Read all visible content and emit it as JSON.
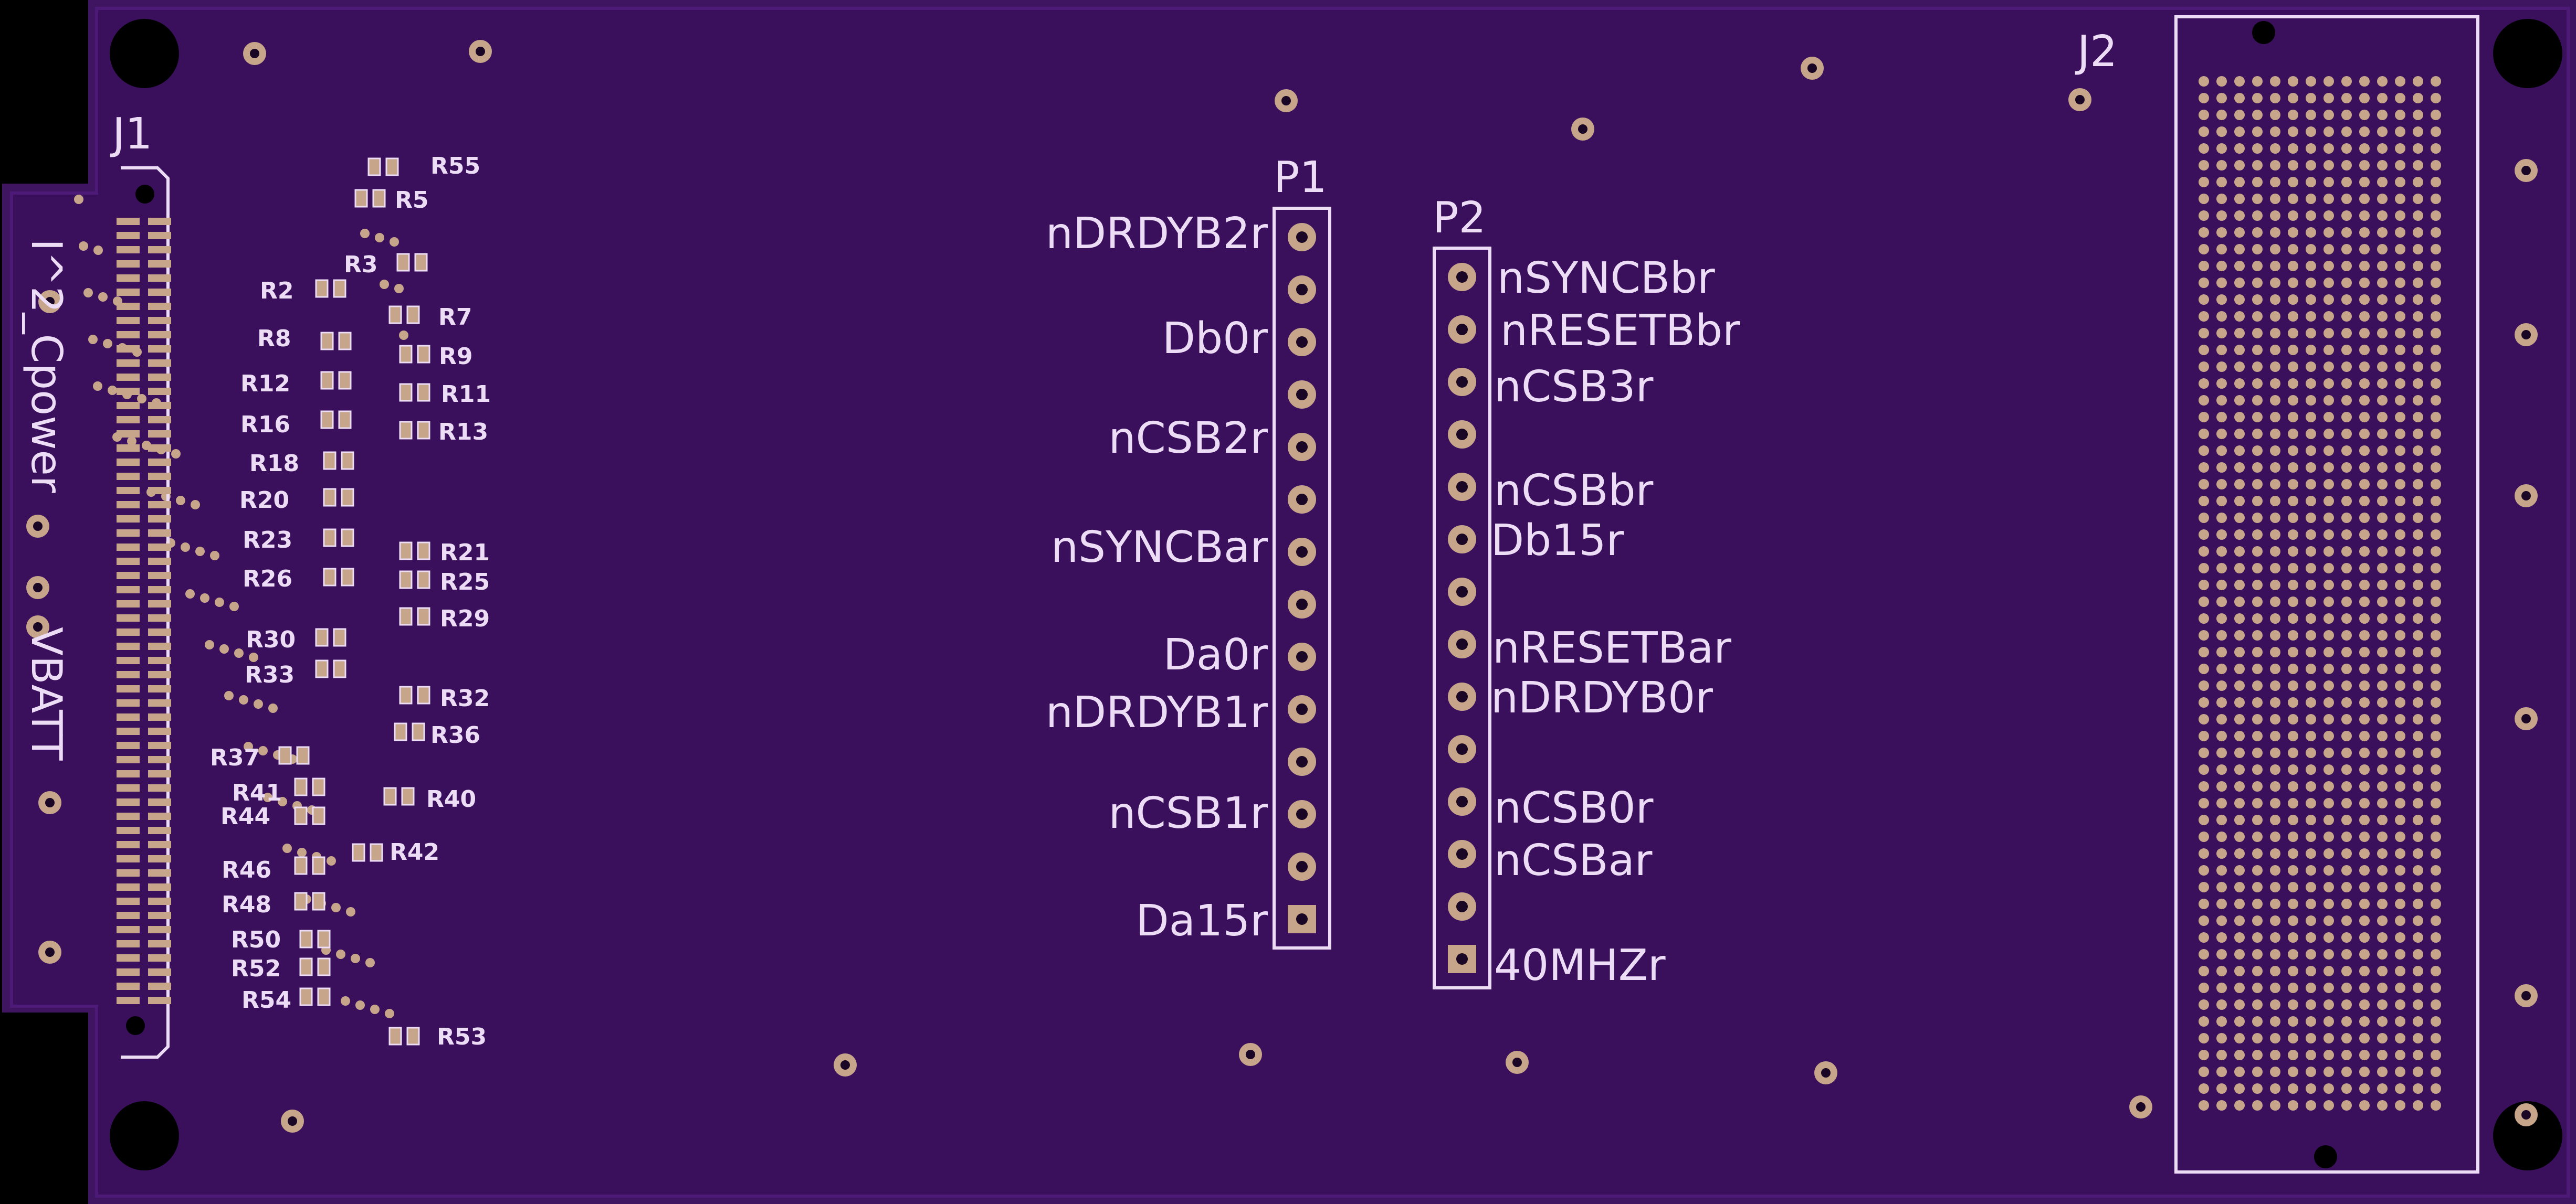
{
  "colors": {
    "substrate": "#3f1562",
    "copper": "#3a105c",
    "silkscreen": "#ecdcf5",
    "pad": "#c6a58a",
    "drill": "#1a0726",
    "mounting_hole": "#000000"
  },
  "connectors": {
    "j1": {
      "ref": "J1"
    },
    "j2": {
      "ref": "J2"
    },
    "p1": {
      "ref": "P1",
      "pin_labels": [
        "nDRDYB2r",
        "Db0r",
        "nCSB2r",
        "nSYNCBar",
        "Da0r",
        "nDRDYB1r",
        "nCSB1r",
        "Da15r"
      ]
    },
    "p2": {
      "ref": "P2",
      "pin_labels": [
        "nSYNCBbr",
        "nRESETBbr",
        "nCSB3r",
        "nCSBbr",
        "Db15r",
        "nRESETBar",
        "nDRDYB0r",
        "nCSB0r",
        "nCSBar",
        "40MHZr"
      ]
    }
  },
  "edge_labels": {
    "i2c_power": "I^2_Cpower",
    "vbatt": "VBATT"
  },
  "resistors": [
    {
      "ref": "R55"
    },
    {
      "ref": "R5"
    },
    {
      "ref": "R3"
    },
    {
      "ref": "R2"
    },
    {
      "ref": "R7"
    },
    {
      "ref": "R8"
    },
    {
      "ref": "R9"
    },
    {
      "ref": "R12"
    },
    {
      "ref": "R11"
    },
    {
      "ref": "R16"
    },
    {
      "ref": "R13"
    },
    {
      "ref": "R18"
    },
    {
      "ref": "R20"
    },
    {
      "ref": "R23"
    },
    {
      "ref": "R21"
    },
    {
      "ref": "R26"
    },
    {
      "ref": "R25"
    },
    {
      "ref": "R29"
    },
    {
      "ref": "R30"
    },
    {
      "ref": "R33"
    },
    {
      "ref": "R32"
    },
    {
      "ref": "R36"
    },
    {
      "ref": "R37"
    },
    {
      "ref": "R41"
    },
    {
      "ref": "R40"
    },
    {
      "ref": "R44"
    },
    {
      "ref": "R42"
    },
    {
      "ref": "R46"
    },
    {
      "ref": "R48"
    },
    {
      "ref": "R50"
    },
    {
      "ref": "R52"
    },
    {
      "ref": "R54"
    },
    {
      "ref": "R53"
    }
  ]
}
